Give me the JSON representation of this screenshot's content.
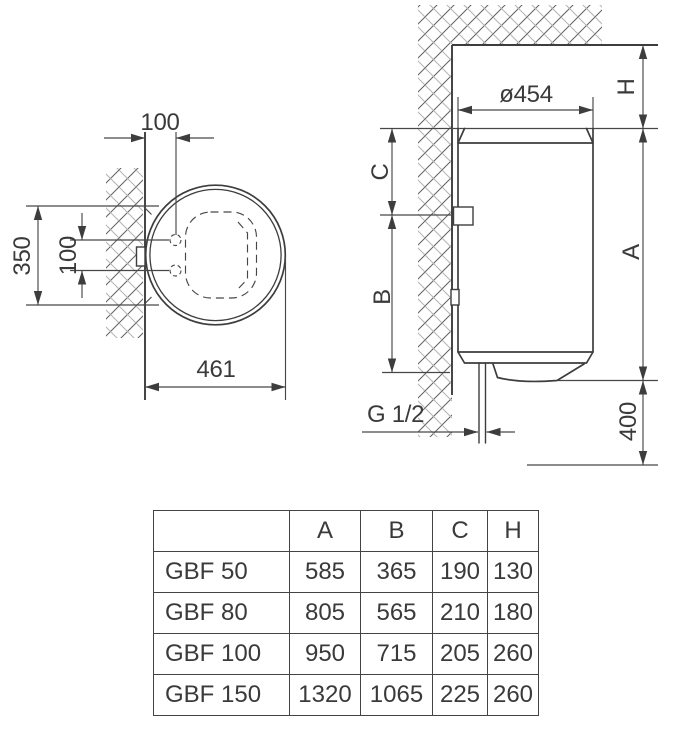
{
  "front_view": {
    "top_hole_offset": "100",
    "bracket_span": "350",
    "hole_spacing": "100",
    "body_width": "461"
  },
  "side_view": {
    "diameter": "ø454",
    "top_clearance_label": "H",
    "upper_span_label": "C",
    "lower_span_label": "B",
    "height_label": "A",
    "pipe_thread": "G 1/2",
    "floor_clearance": "400"
  },
  "table": {
    "col_headers": [
      "A",
      "B",
      "C",
      "H"
    ],
    "rows": [
      {
        "model": "GBF 50",
        "A": "585",
        "B": "365",
        "C": "190",
        "H": "130"
      },
      {
        "model": "GBF 80",
        "A": "805",
        "B": "565",
        "C": "210",
        "H": "180"
      },
      {
        "model": "GBF 100",
        "A": "950",
        "B": "715",
        "C": "205",
        "H": "260"
      },
      {
        "model": "GBF 150",
        "A": "1320",
        "B": "1065",
        "C": "225",
        "H": "260"
      }
    ]
  }
}
